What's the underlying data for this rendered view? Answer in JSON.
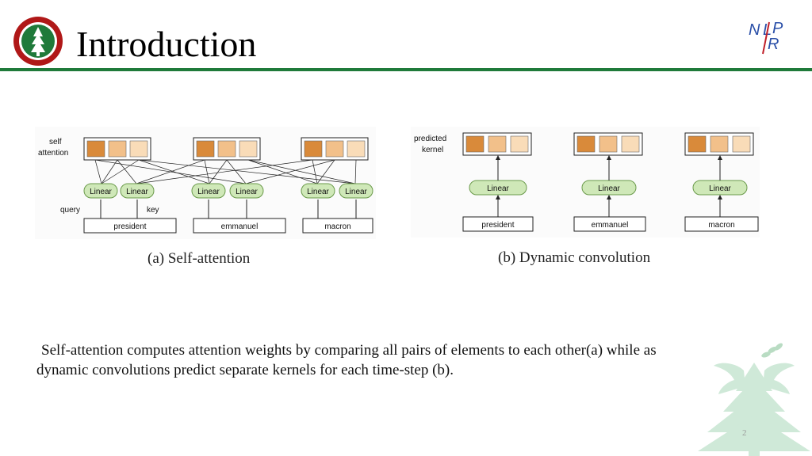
{
  "slide": {
    "title": "Introduction",
    "page_number": "2",
    "brand_mark": "NLPR",
    "accent_color": "#1f7a3a"
  },
  "figure_a": {
    "caption": "(a) Self-attention",
    "left_label_line1": "self",
    "left_label_line2": "attention",
    "query_label": "query",
    "key_label": "key",
    "linear_label": "Linear",
    "tokens": [
      "president",
      "emmanuel",
      "macron"
    ]
  },
  "figure_b": {
    "caption": "(b) Dynamic convolution",
    "left_label_line1": "predicted",
    "left_label_line2": "kernel",
    "linear_label": "Linear",
    "tokens": [
      "president",
      "emmanuel",
      "macron"
    ]
  },
  "body": {
    "line1": "Self-attention computes attention weights by comparing all pairs of elements to each other(a) while as",
    "line2": "dynamic convolutions predict separate kernels for each time-step (b)."
  },
  "colors": {
    "cell_dark": "#d98a3a",
    "cell_mid": "#f2c08a",
    "cell_light": "#f9dcb8",
    "linear_fill": "#cfe8b8",
    "linear_stroke": "#6a9a4a"
  }
}
